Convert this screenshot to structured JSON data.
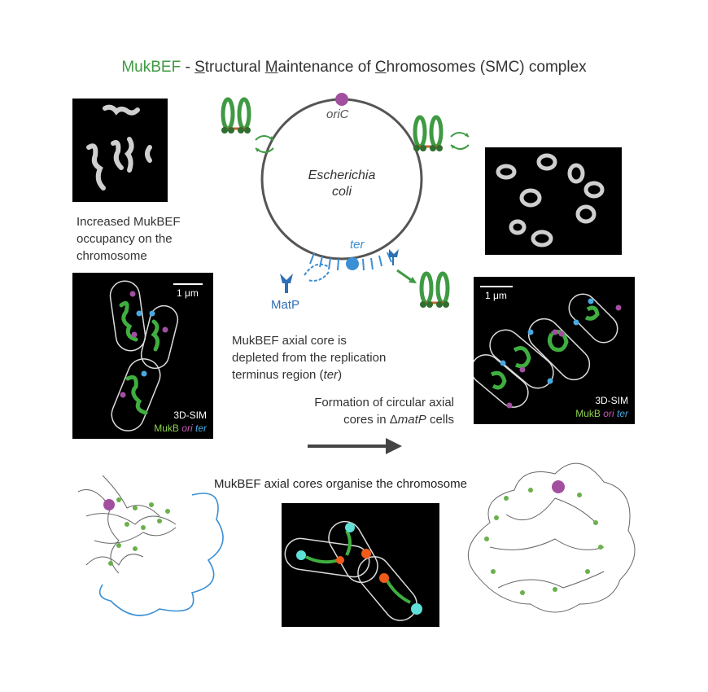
{
  "title": {
    "part1": "MukBEF",
    "part2": " - ",
    "s": "S",
    "p3": "tructural ",
    "m": "M",
    "p4": "aintenance of ",
    "c": "C",
    "p5": "hromosomes (SMC) complex"
  },
  "circle": {
    "origin_label": "oriC",
    "species_line1": "Escherichia",
    "species_line2": "coli",
    "terminus_label": "ter",
    "matp_label": "MatP"
  },
  "left_caption": [
    "Increased MukBEF",
    "occupancy on the",
    "chromosome"
  ],
  "center_caption": {
    "line1": "MukBEF axial core is",
    "line2": "depleted from the replication",
    "line3a": "terminus region (",
    "line3b": "ter",
    "line3c": ")"
  },
  "delta_caption": {
    "line1": "Formation of circular axial",
    "line2a": "cores in Δ",
    "line2b": "matP",
    "line2c": " cells"
  },
  "micro_left": {
    "scale": "1 μm",
    "method": "3D-SIM",
    "mukb": "MukB",
    "ori": "ori",
    "ter": "ter"
  },
  "micro_right": {
    "scale": "1 μm",
    "method": "3D-SIM",
    "mukb": "MukB",
    "ori": "ori",
    "ter": "ter"
  },
  "bottom_caption": "MukBEF axial cores organise the chromosome",
  "colors": {
    "mukbef_green": "#3f9a43",
    "ori_magenta": "#a24fa0",
    "ter_blue": "#3b8fd4",
    "matp_blue": "#2e6fb5"
  },
  "icons": [
    "mukbef-complex-icon",
    "rotation-arrows-icon",
    "matp-protein-icon",
    "arrow-right-icon"
  ]
}
